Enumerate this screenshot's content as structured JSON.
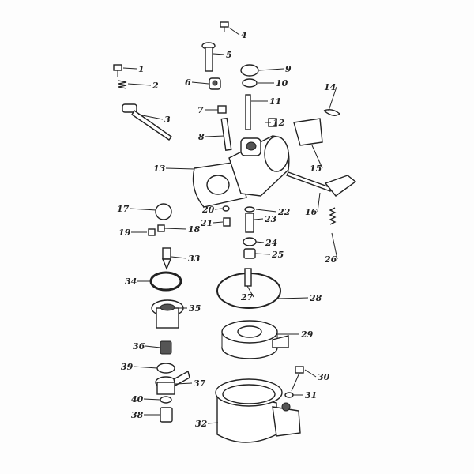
{
  "diagram": {
    "type": "exploded-parts-view",
    "subject": "carburetor",
    "labels": [
      "1",
      "2",
      "3",
      "4",
      "5",
      "6",
      "7",
      "8",
      "9",
      "10",
      "11",
      "12",
      "13",
      "14",
      "15",
      "16",
      "17",
      "18",
      "19",
      "20",
      "21",
      "22",
      "23",
      "24",
      "25",
      "26",
      "27",
      "28",
      "29",
      "30",
      "31",
      "32",
      "33",
      "34",
      "35",
      "36",
      "37",
      "38",
      "39",
      "40"
    ],
    "colors": {
      "ink": "#222222",
      "paper": "#fdfdfd"
    }
  }
}
